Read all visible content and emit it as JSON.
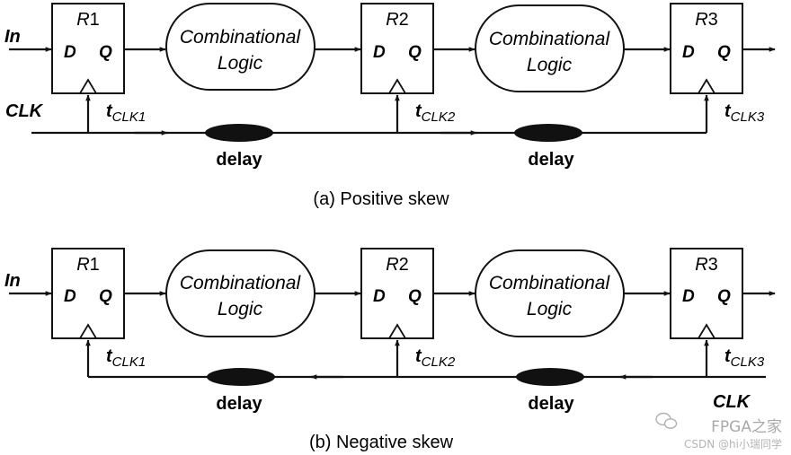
{
  "common": {
    "input_label": "In",
    "clock_label": "CLK",
    "d_pin": "D",
    "q_pin": "Q",
    "logic_line1": "Combinational",
    "logic_line2": "Logic",
    "delay_label": "delay",
    "tclk_main": "t",
    "tclk_sub": [
      "CLK1",
      "CLK2",
      "CLK3"
    ],
    "reg_letter": "R",
    "reg_numbers": [
      "1",
      "2",
      "3"
    ]
  },
  "panels": [
    {
      "caption": "(a) Positive skew"
    },
    {
      "caption": "(b) Negative skew"
    }
  ],
  "watermark": {
    "line1": "FPGA之家",
    "line2": "CSDN @hi小瑞同学"
  }
}
